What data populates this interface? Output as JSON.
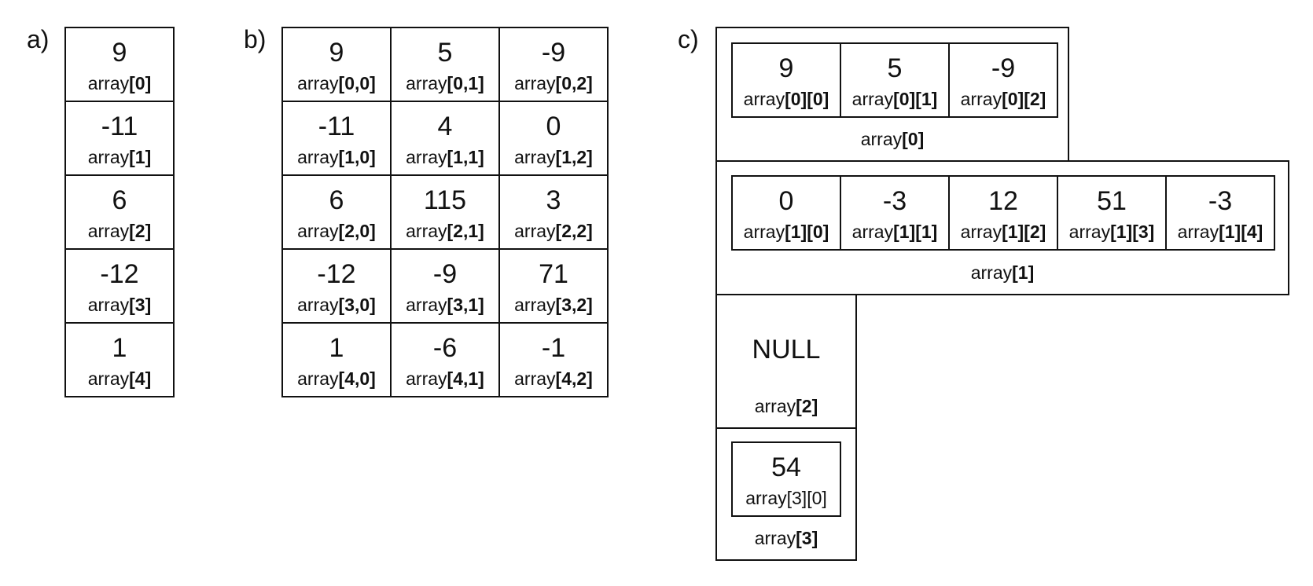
{
  "panel_a": {
    "label": "a)",
    "cells": [
      {
        "value": "9",
        "name": "array",
        "index": "[0]"
      },
      {
        "value": "-11",
        "name": "array",
        "index": "[1]"
      },
      {
        "value": "6",
        "name": "array",
        "index": "[2]"
      },
      {
        "value": "-12",
        "name": "array",
        "index": "[3]"
      },
      {
        "value": "1",
        "name": "array",
        "index": "[4]"
      }
    ]
  },
  "panel_b": {
    "label": "b)",
    "rows": [
      [
        {
          "value": "9",
          "name": "array",
          "index": "[0,0]"
        },
        {
          "value": "5",
          "name": "array",
          "index": "[0,1]"
        },
        {
          "value": "-9",
          "name": "array",
          "index": "[0,2]"
        }
      ],
      [
        {
          "value": "-11",
          "name": "array",
          "index": "[1,0]"
        },
        {
          "value": "4",
          "name": "array",
          "index": "[1,1]"
        },
        {
          "value": "0",
          "name": "array",
          "index": "[1,2]"
        }
      ],
      [
        {
          "value": "6",
          "name": "array",
          "index": "[2,0]"
        },
        {
          "value": "115",
          "name": "array",
          "index": "[2,1]"
        },
        {
          "value": "3",
          "name": "array",
          "index": "[2,2]"
        }
      ],
      [
        {
          "value": "-12",
          "name": "array",
          "index": "[3,0]"
        },
        {
          "value": "-9",
          "name": "array",
          "index": "[3,1]"
        },
        {
          "value": "71",
          "name": "array",
          "index": "[3,2]"
        }
      ],
      [
        {
          "value": "1",
          "name": "array",
          "index": "[4,0]"
        },
        {
          "value": "-6",
          "name": "array",
          "index": "[4,1]"
        },
        {
          "value": "-1",
          "name": "array",
          "index": "[4,2]"
        }
      ]
    ]
  },
  "panel_c": {
    "label": "c)",
    "row0": {
      "label_name": "array",
      "label_index": "[0]",
      "cells": [
        {
          "value": "9",
          "name": "array",
          "index": "[0][0]"
        },
        {
          "value": "5",
          "name": "array",
          "index": "[0][1]"
        },
        {
          "value": "-9",
          "name": "array",
          "index": "[0][2]"
        }
      ]
    },
    "row1": {
      "label_name": "array",
      "label_index": "[1]",
      "cells": [
        {
          "value": "0",
          "name": "array",
          "index": "[1][0]"
        },
        {
          "value": "-3",
          "name": "array",
          "index": "[1][1]"
        },
        {
          "value": "12",
          "name": "array",
          "index": "[1][2]"
        },
        {
          "value": "51",
          "name": "array",
          "index": "[1][3]"
        },
        {
          "value": "-3",
          "name": "array",
          "index": "[1][4]"
        }
      ]
    },
    "row2": {
      "null_text": "NULL",
      "label_name": "array",
      "label_index": "[2]"
    },
    "row3": {
      "label_name": "array",
      "label_index": "[3]",
      "cell": {
        "value": "54",
        "plain_text": "array[3][0]"
      }
    }
  }
}
